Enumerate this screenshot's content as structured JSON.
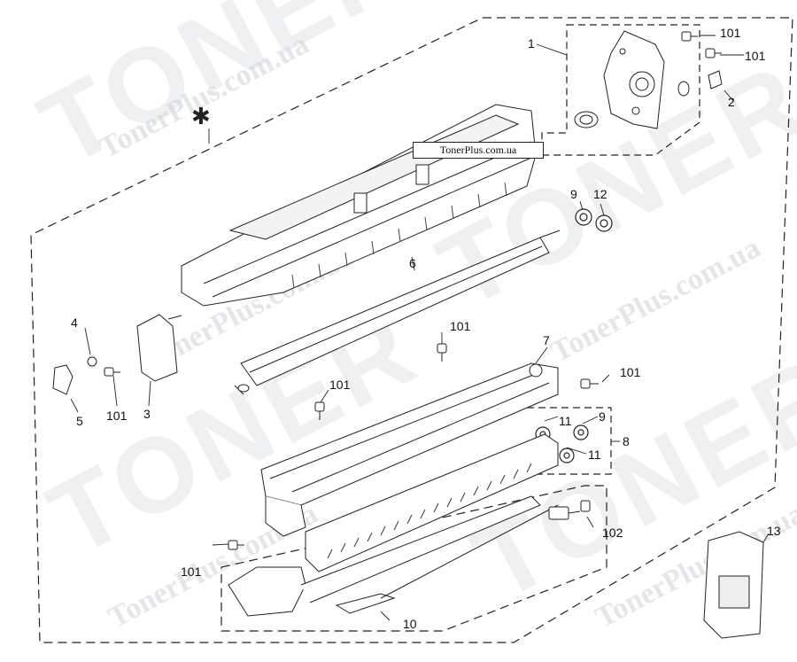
{
  "watermark": {
    "big": "TONER",
    "small": "TonerPlus.com.ua"
  },
  "banner": "TonerPlus.com.ua",
  "asterisk": "✱",
  "callouts": [
    {
      "id": "c1",
      "text": "1"
    },
    {
      "id": "c2",
      "text": "2"
    },
    {
      "id": "c3",
      "text": "3"
    },
    {
      "id": "c4",
      "text": "4"
    },
    {
      "id": "c5",
      "text": "5"
    },
    {
      "id": "c6",
      "text": "6"
    },
    {
      "id": "c7",
      "text": "7"
    },
    {
      "id": "c8",
      "text": "8"
    },
    {
      "id": "c9a",
      "text": "9"
    },
    {
      "id": "c9b",
      "text": "9"
    },
    {
      "id": "c10",
      "text": "10"
    },
    {
      "id": "c11a",
      "text": "11"
    },
    {
      "id": "c11b",
      "text": "11"
    },
    {
      "id": "c12",
      "text": "12"
    },
    {
      "id": "c13",
      "text": "13"
    },
    {
      "id": "c101a",
      "text": "101"
    },
    {
      "id": "c101b",
      "text": "101"
    },
    {
      "id": "c101c",
      "text": "101"
    },
    {
      "id": "c101d",
      "text": "101"
    },
    {
      "id": "c101e",
      "text": "101"
    },
    {
      "id": "c101f",
      "text": "101"
    },
    {
      "id": "c101g",
      "text": "101"
    },
    {
      "id": "c102",
      "text": "102"
    }
  ]
}
